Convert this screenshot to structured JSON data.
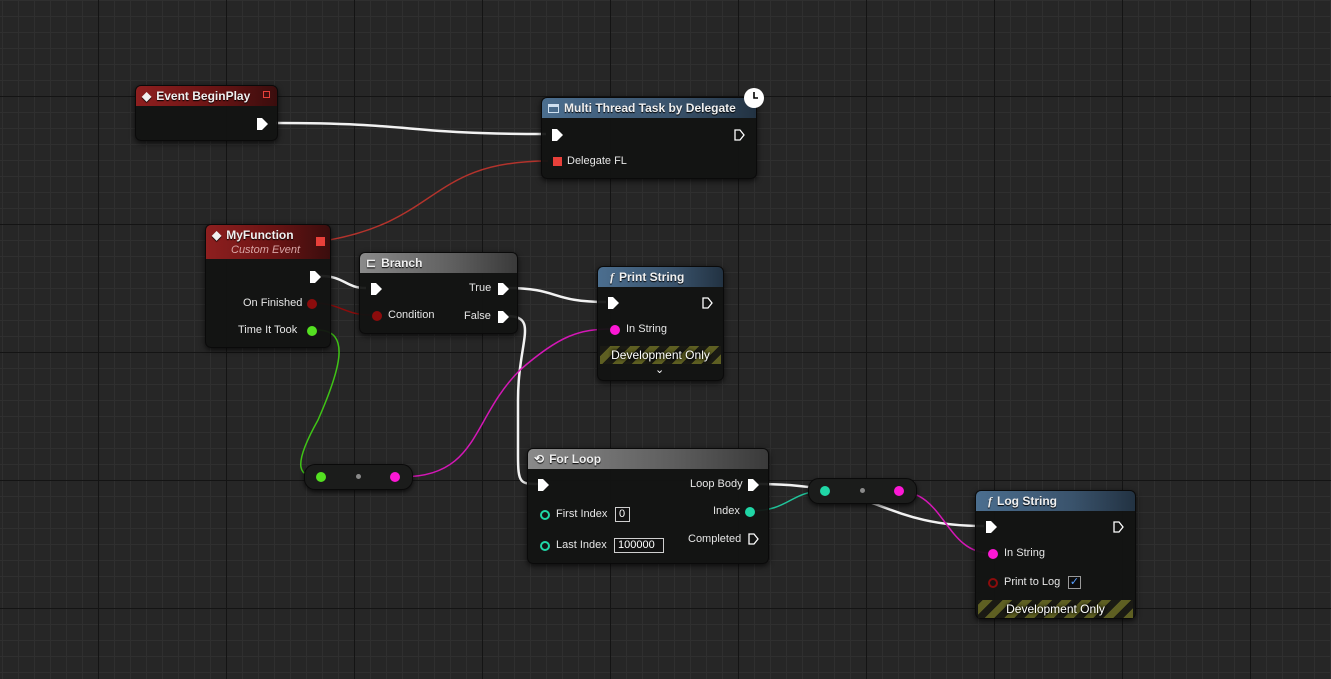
{
  "graph": {
    "nodes": {
      "event_beginplay": {
        "title": "Event BeginPlay"
      },
      "multi_thread": {
        "title": "Multi Thread Task by Delegate",
        "pin_delegate": "Delegate FL"
      },
      "my_function": {
        "title": "MyFunction",
        "subtitle": "Custom Event",
        "pin_on_finished": "On Finished",
        "pin_time": "Time It Took"
      },
      "branch": {
        "title": "Branch",
        "pin_condition": "Condition",
        "pin_true": "True",
        "pin_false": "False"
      },
      "print_string": {
        "title": "Print String",
        "pin_in_string": "In String",
        "dev_only": "Development Only",
        "expand_icon": "chevron-down-icon"
      },
      "for_loop": {
        "title": "For Loop",
        "pin_first_index": "First Index",
        "first_index_value": "0",
        "pin_last_index": "Last Index",
        "last_index_value": "100000",
        "pin_loop_body": "Loop Body",
        "pin_index": "Index",
        "pin_completed": "Completed"
      },
      "log_string": {
        "title": "Log String",
        "pin_in_string": "In String",
        "pin_print_to_log": "Print to Log",
        "print_to_log_checked": true,
        "dev_only": "Development Only"
      }
    },
    "colors": {
      "exec": "#ffffff",
      "delegate": "#e8403a",
      "float": "#54e021",
      "string": "#fc18d5",
      "int": "#20d6a6",
      "bool": "#8c0c0c"
    }
  }
}
